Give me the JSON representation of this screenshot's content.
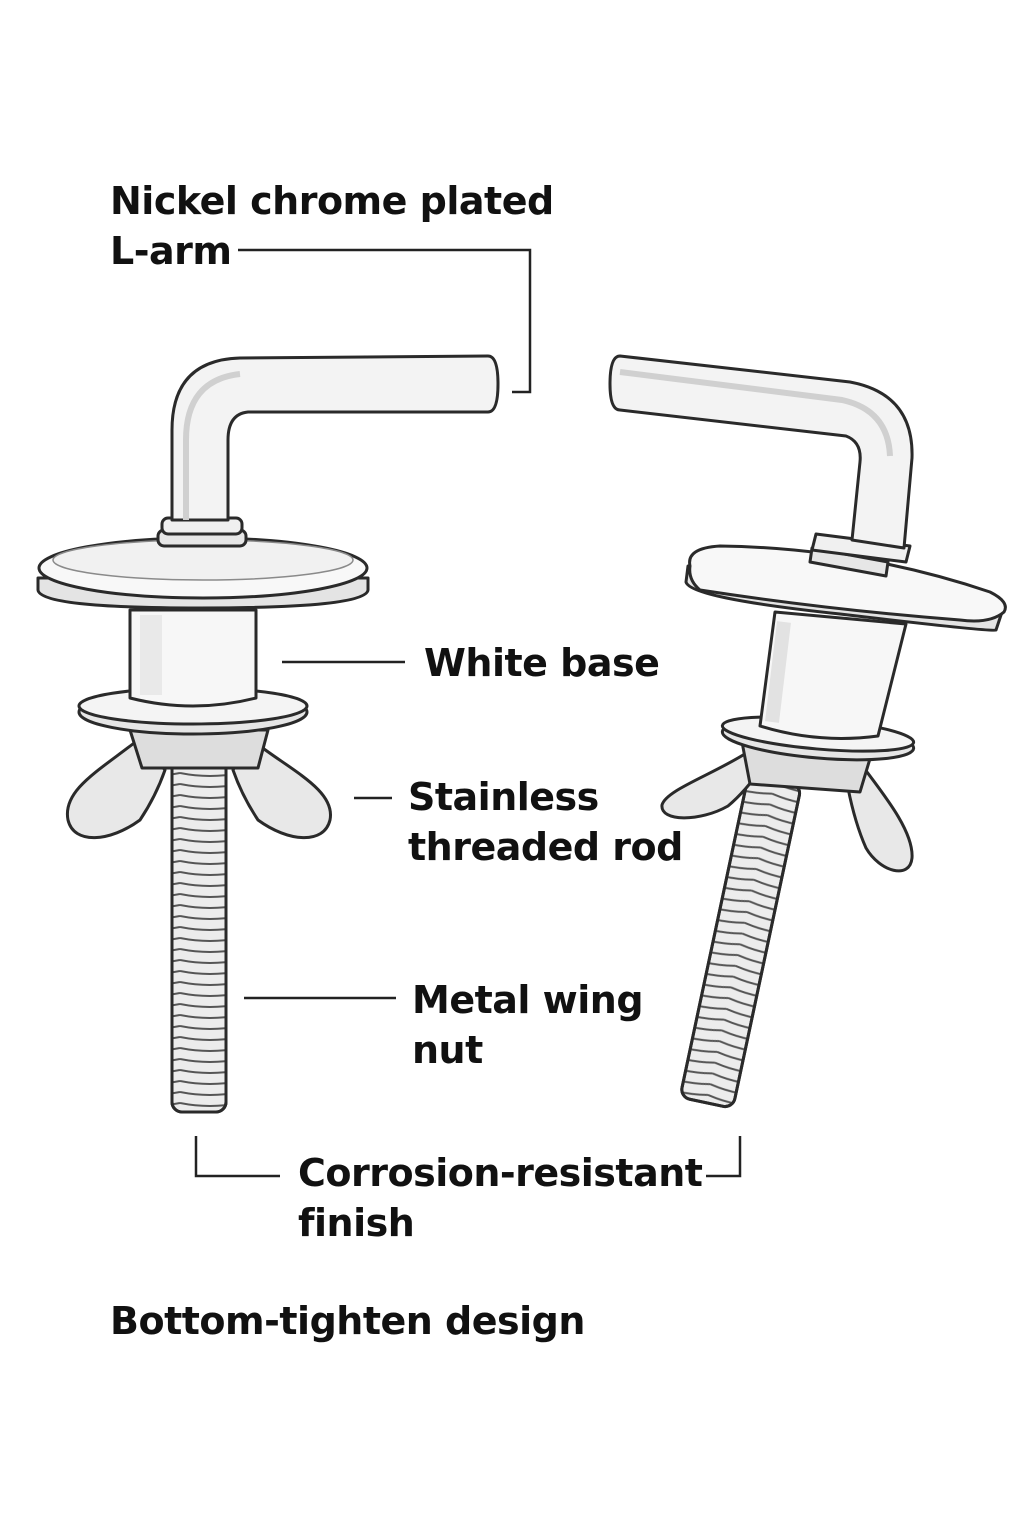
{
  "labels": {
    "l_arm": {
      "line1": "Nickel chrome plated",
      "line2": "L-arm"
    },
    "white_base": {
      "line1": "White base"
    },
    "threaded_rod": {
      "line1": "Stainless",
      "line2": "threaded rod"
    },
    "wing_nut": {
      "line1": "Metal wing",
      "line2": "nut"
    },
    "finish": {
      "line1": "Corrosion-resistant",
      "line2": "finish"
    },
    "design": {
      "line1": "Bottom-tighten design"
    }
  },
  "colors": {
    "outline": "#2a2a2a",
    "fill": "#f2f2f2",
    "shade": "#d9d9d9",
    "text": "#111111"
  }
}
